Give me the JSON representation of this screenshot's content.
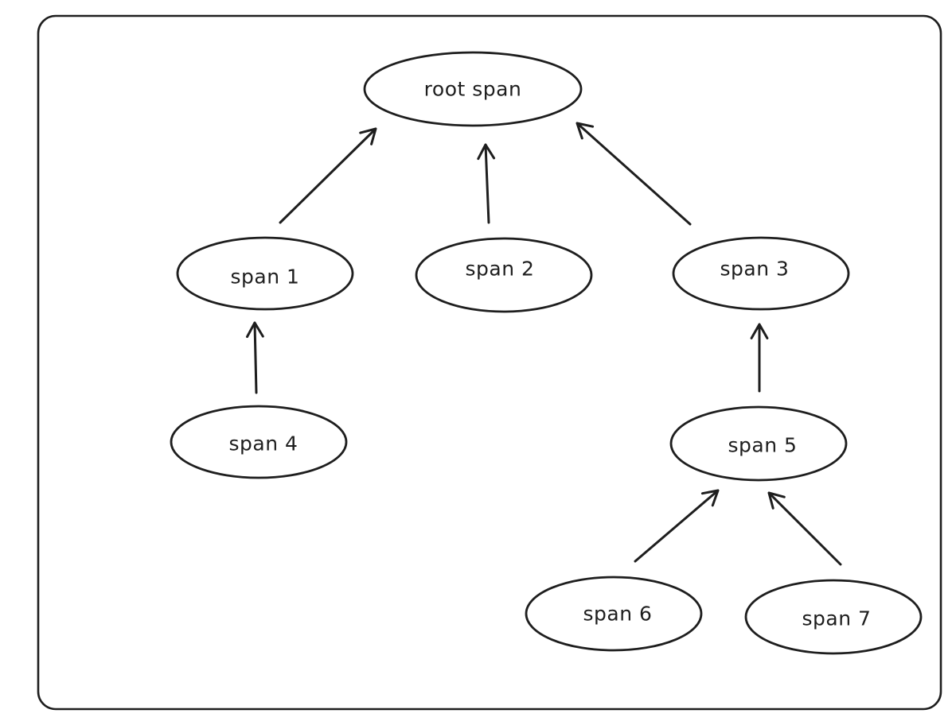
{
  "diagram": {
    "nodes": [
      {
        "id": "root",
        "label": "root span"
      },
      {
        "id": "span1",
        "label": "span 1"
      },
      {
        "id": "span2",
        "label": "span 2"
      },
      {
        "id": "span3",
        "label": "span 3"
      },
      {
        "id": "span4",
        "label": "span 4"
      },
      {
        "id": "span5",
        "label": "span 5"
      },
      {
        "id": "span6",
        "label": "span 6"
      },
      {
        "id": "span7",
        "label": "span 7"
      }
    ],
    "edges": [
      {
        "from": "span1",
        "to": "root"
      },
      {
        "from": "span2",
        "to": "root"
      },
      {
        "from": "span3",
        "to": "root"
      },
      {
        "from": "span4",
        "to": "span1"
      },
      {
        "from": "span5",
        "to": "span3"
      },
      {
        "from": "span6",
        "to": "span5"
      },
      {
        "from": "span7",
        "to": "span5"
      }
    ]
  }
}
